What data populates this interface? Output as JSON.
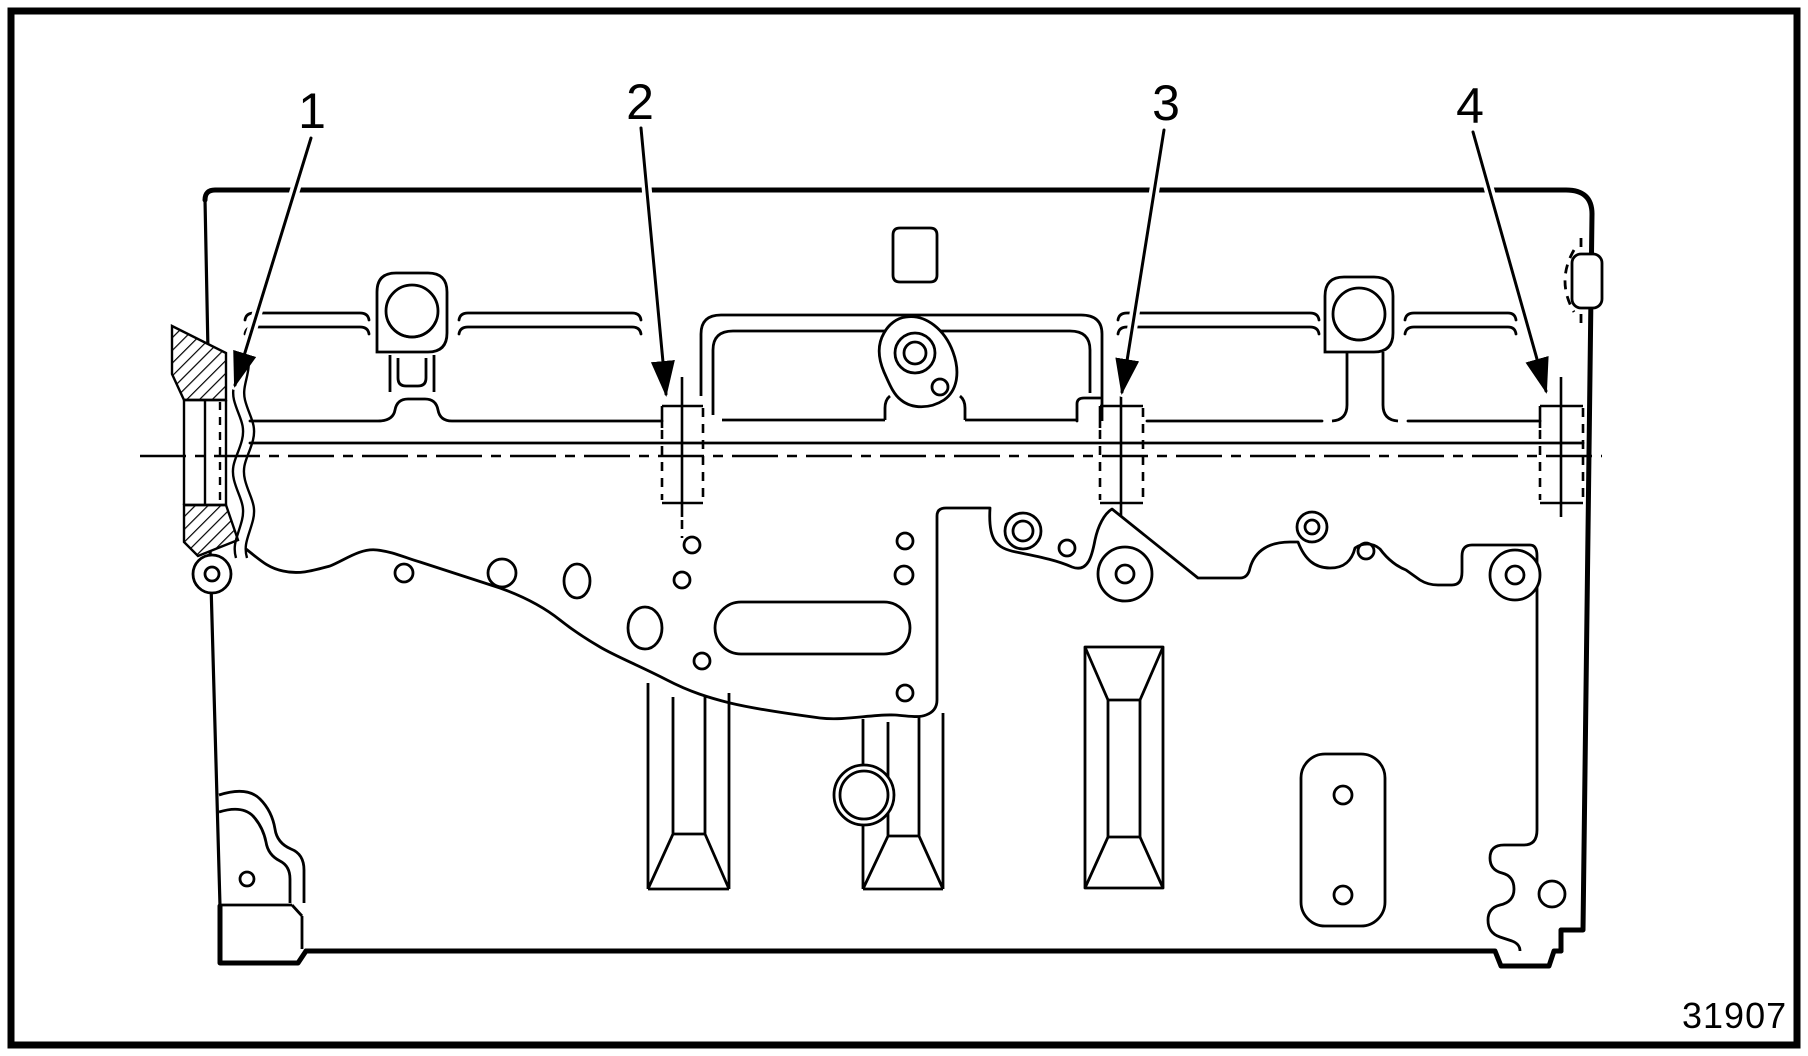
{
  "figure": {
    "number": "31907"
  },
  "callouts": [
    {
      "label": "1"
    },
    {
      "label": "2"
    },
    {
      "label": "3"
    },
    {
      "label": "4"
    }
  ],
  "colors": {
    "line": "#000000",
    "background": "#ffffff"
  }
}
